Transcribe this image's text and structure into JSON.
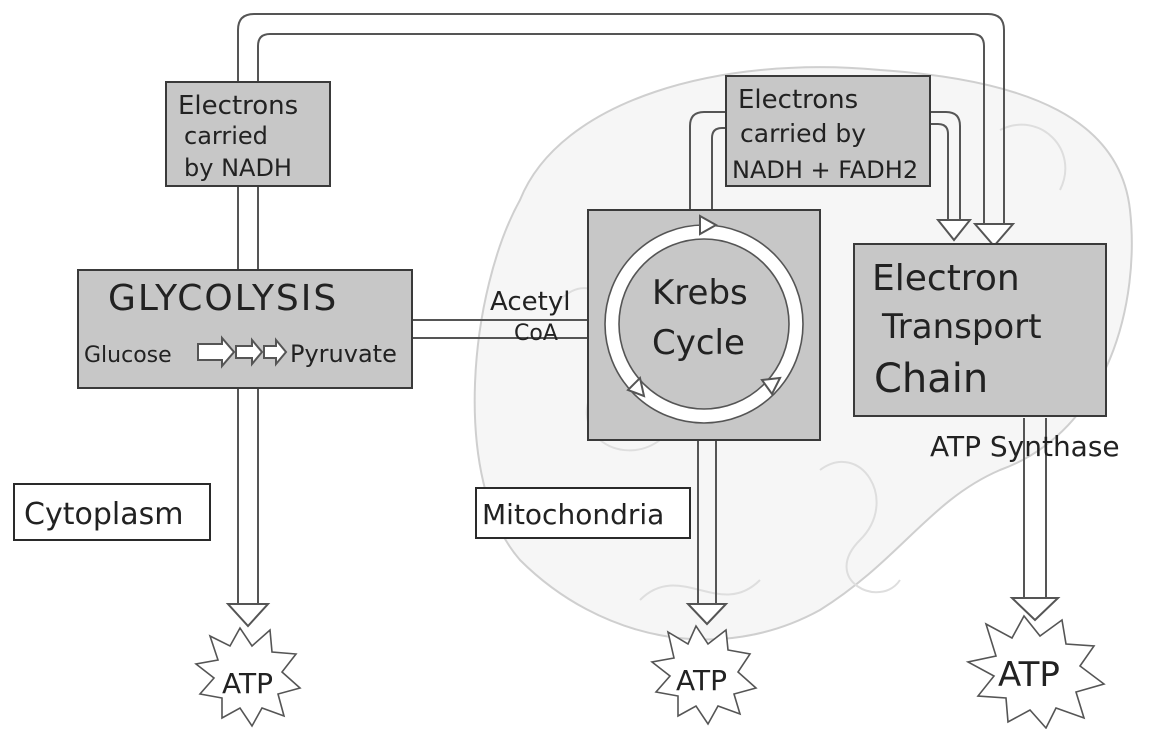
{
  "labels": {
    "electrons_nadh": [
      "Electrons",
      "carried",
      "by NADH"
    ],
    "electrons_nadh_fadh2": [
      "Electrons",
      "carried by",
      "NADH + FADH2"
    ],
    "glycolysis_title": "GLYCOLYSIS",
    "glucose": "Glucose",
    "pyruvate": "Pyruvate",
    "acetyl_coa": [
      "Acetyl",
      "CoA"
    ],
    "krebs_cycle": [
      "Krebs",
      "Cycle"
    ],
    "etc": [
      "Electron",
      "Transport",
      "Chain"
    ],
    "atp_synthase": "ATP Synthase",
    "cytoplasm": "Cytoplasm",
    "mitochondria": "Mitochondria",
    "atp_1": "ATP",
    "atp_2": "ATP",
    "atp_3": "ATP"
  },
  "colors": {
    "box_fill": "#c7c7c7",
    "outline": "#3a3a3a",
    "mitochondrion_fill": "#f6f6f6"
  }
}
